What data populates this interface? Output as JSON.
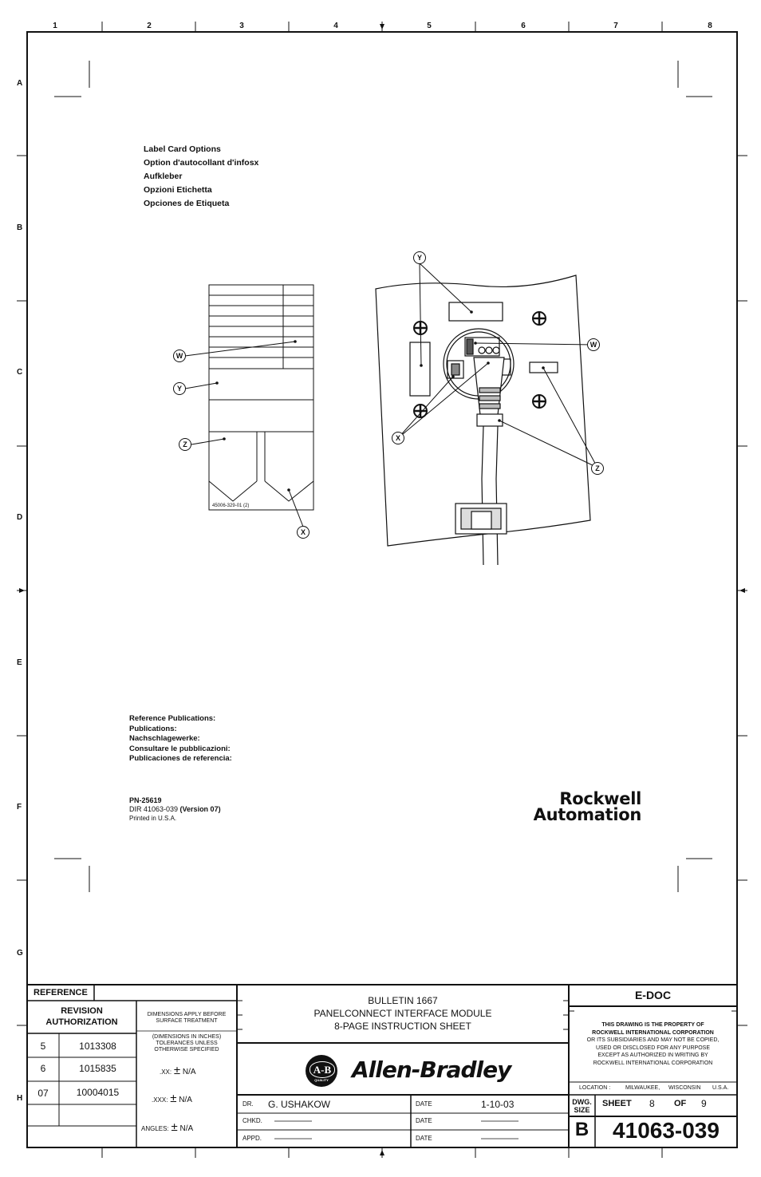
{
  "zones": {
    "columns": [
      "1",
      "2",
      "3",
      "4",
      "5",
      "6",
      "7",
      "8"
    ],
    "rows": [
      "A",
      "B",
      "C",
      "D",
      "E",
      "F",
      "G",
      "H"
    ]
  },
  "label_card_options": [
    "Label Card Options",
    "Option  d'autocollant d'infosx",
    "Aufkleber",
    "Opzioni Etichetta",
    "Opciones de Etiqueta"
  ],
  "card_part_number": "45006-329-01 (2)",
  "callouts": {
    "w": "W",
    "x": "X",
    "y": "Y",
    "z": "Z"
  },
  "reference_publications": [
    "Reference Publications:",
    "Publications:",
    "Nachschlagewerke:",
    "Consultare le pubblicazioni:",
    "Publicaciones de referencia:"
  ],
  "publication": {
    "pn": "PN-25619",
    "dir_prefix": "DIR 41063-039 ",
    "dir_version": "(Version 07)",
    "printed": "Printed in U.S.A."
  },
  "logo": {
    "line1": "Rockwell",
    "line2": "Automation"
  },
  "title_block": {
    "reference_label": "REFERENCE",
    "revision_authorization": [
      "REVISION",
      "AUTHORIZATION"
    ],
    "revisions": [
      {
        "rev": "5",
        "auth": "1013308"
      },
      {
        "rev": "6",
        "auth": "1015835"
      },
      {
        "rev": "07",
        "auth": "10004015"
      }
    ],
    "dimensions_note_1": [
      "DIMENSIONS APPLY BEFORE",
      "SURFACE TREATMENT"
    ],
    "dimensions_note_2": [
      "(DIMENSIONS IN INCHES)",
      "TOLERANCES UNLESS",
      "OTHERWISE SPECIFIED"
    ],
    "tolerances": [
      {
        "label": ".XX:",
        "symbol": "±",
        "value": "N/A"
      },
      {
        "label": ".XXX:",
        "symbol": "±",
        "value": "N/A"
      },
      {
        "label": "ANGLES:",
        "symbol": "±",
        "value": "N/A"
      }
    ],
    "title_lines": [
      "BULLETIN 1667",
      "PANELCONNECT INTERFACE MODULE",
      "8-PAGE INSTRUCTION SHEET"
    ],
    "brand_badge": "A-B",
    "brand_badge_sub": "QUALITY",
    "brand": "Allen-Bradley",
    "dr_label": "DR.",
    "dr_name": "G. USHAKOW",
    "chkd_label": "CHKD.",
    "appd_label": "APPD.",
    "date_label": "DATE",
    "date_value": "1-10-03",
    "edoc": "E-DOC",
    "property_notice": [
      "THIS DRAWING IS THE PROPERTY OF",
      "ROCKWELL INTERNATIONAL CORPORATION",
      "OR ITS SUBSIDIARIES AND MAY NOT BE COPIED,",
      "USED OR DISCLOSED FOR ANY PURPOSE",
      "EXCEPT AS AUTHORIZED IN WRITING BY",
      "ROCKWELL INTERNATIONAL CORPORATION"
    ],
    "location_label": "LOCATION :",
    "location_city": "MILWAUKEE,",
    "location_state": "WISCONSIN",
    "location_country": "U.S.A.",
    "dwg_size_label": [
      "DWG.",
      "SIZE"
    ],
    "dwg_size": "B",
    "sheet_label": "SHEET",
    "sheet_number": "8",
    "of_label": "OF",
    "sheet_total": "9",
    "drawing_number": "41063-039"
  }
}
